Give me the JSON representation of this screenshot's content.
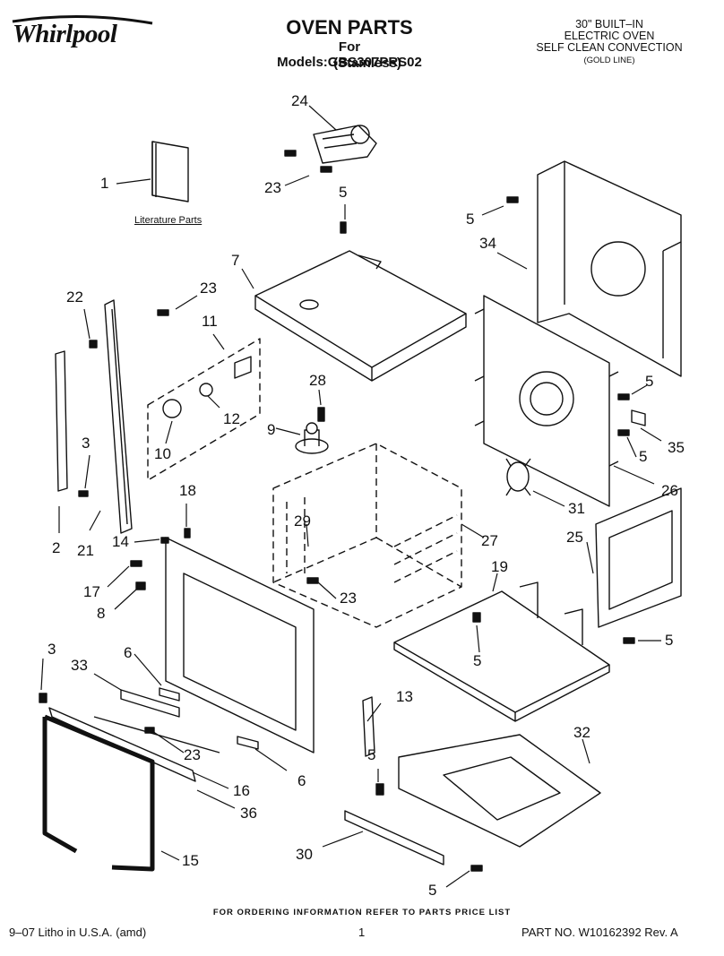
{
  "header": {
    "brand": "Whirlpool",
    "title": "OVEN PARTS",
    "models_line": "For Models:GBS307PRS02",
    "finish": "(Stainless)",
    "desc_line1": "30\" BUILT–IN",
    "desc_line2": "ELECTRIC OVEN",
    "desc_line3": "SELF CLEAN CONVECTION",
    "desc_line4": "(GOLD LINE)"
  },
  "literature_label": "Literature Parts",
  "part_labels": {
    "p1": "1",
    "p2": "2",
    "p3a": "3",
    "p3b": "3",
    "p5a": "5",
    "p5b": "5",
    "p5c": "5",
    "p5d": "5",
    "p5e": "5",
    "p5f": "5",
    "p5g": "5",
    "p5h": "5",
    "p6a": "6",
    "p6b": "6",
    "p7": "7",
    "p8": "8",
    "p9": "9",
    "p10": "10",
    "p11": "11",
    "p12": "12",
    "p13": "13",
    "p14": "14",
    "p15": "15",
    "p16": "16",
    "p17": "17",
    "p18": "18",
    "p19": "19",
    "p21": "21",
    "p22": "22",
    "p23a": "23",
    "p23b": "23",
    "p23c": "23",
    "p23d": "23",
    "p24": "24",
    "p25": "25",
    "p26": "26",
    "p27": "27",
    "p28": "28",
    "p29": "29",
    "p30": "30",
    "p31": "31",
    "p32": "32",
    "p33": "33",
    "p34": "34",
    "p35": "35",
    "p36": "36"
  },
  "footer": {
    "note": "FOR ORDERING INFORMATION REFER TO PARTS PRICE LIST",
    "litho": "9–07 Litho in U.S.A. (amd)",
    "page": "1",
    "part_no": "PART NO. W10162392 Rev. A"
  }
}
